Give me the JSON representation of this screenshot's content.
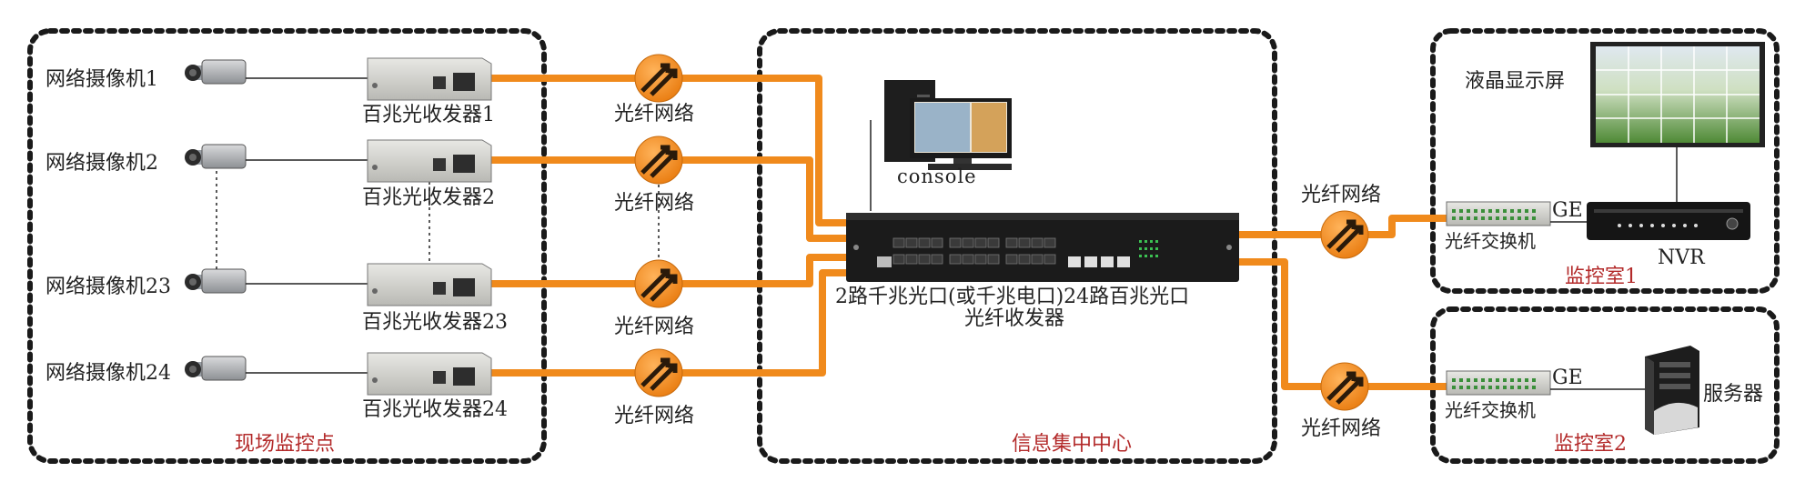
{
  "zones": {
    "field": "现场监控点",
    "center": "信息集中中心",
    "room1": "监控室1",
    "room2": "监控室2"
  },
  "cameras": [
    {
      "label": "网络摄像机1"
    },
    {
      "label": "网络摄像机2"
    },
    {
      "label": "网络摄像机23"
    },
    {
      "label": "网络摄像机24"
    }
  ],
  "transceivers": [
    {
      "label": "百兆光收发器1"
    },
    {
      "label": "百兆光收发器2"
    },
    {
      "label": "百兆光收发器23"
    },
    {
      "label": "百兆光收发器24"
    }
  ],
  "fiber_network_label": "光纤网络",
  "fiber_clouds_left": [
    "光纤网络",
    "光纤网络",
    "光纤网络",
    "光纤网络"
  ],
  "fiber_clouds_right": [
    "光纤网络",
    "光纤网络"
  ],
  "console": "console",
  "central_device": {
    "line1": "2路千兆光口(或千兆电口)24路百兆光口",
    "line2": "光纤收发器"
  },
  "room1": {
    "display": "液晶显示屏",
    "switch": "光纤交换机",
    "ge": "GE",
    "nvr": "NVR"
  },
  "room2": {
    "switch": "光纤交换机",
    "ge": "GE",
    "server": "服务器"
  },
  "colors": {
    "fiber": "#f08a1c",
    "zone_title": "#b32a2a"
  }
}
